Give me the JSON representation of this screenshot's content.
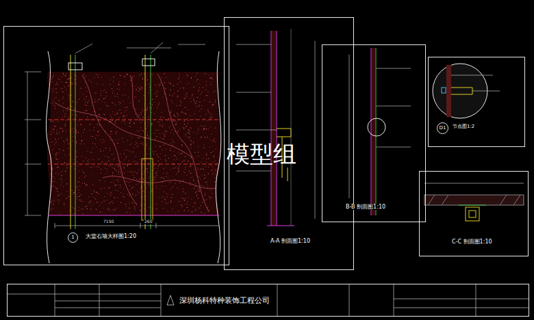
{
  "diagram": {
    "nodes": [
      {
        "text": [
          "大堂石墙大样图1:20"
        ]
      },
      {
        "text": [
          "1"
        ],
        "in": 0
      },
      {
        "text": [
          "A-A 剖面图1:10"
        ]
      },
      {
        "text": [
          "B-B 剖面图1:10"
        ]
      },
      {
        "text": [
          "节点图1:2"
        ]
      },
      {
        "text": [
          "D1"
        ],
        "in": 4
      },
      {
        "text": [
          "C-C 剖面图1:10"
        ]
      },
      {
        "text": [
          "深圳杨科特种装饰工程公司"
        ]
      }
    ],
    "labels": [
      "模型组",
      "7150",
      "260"
    ]
  }
}
